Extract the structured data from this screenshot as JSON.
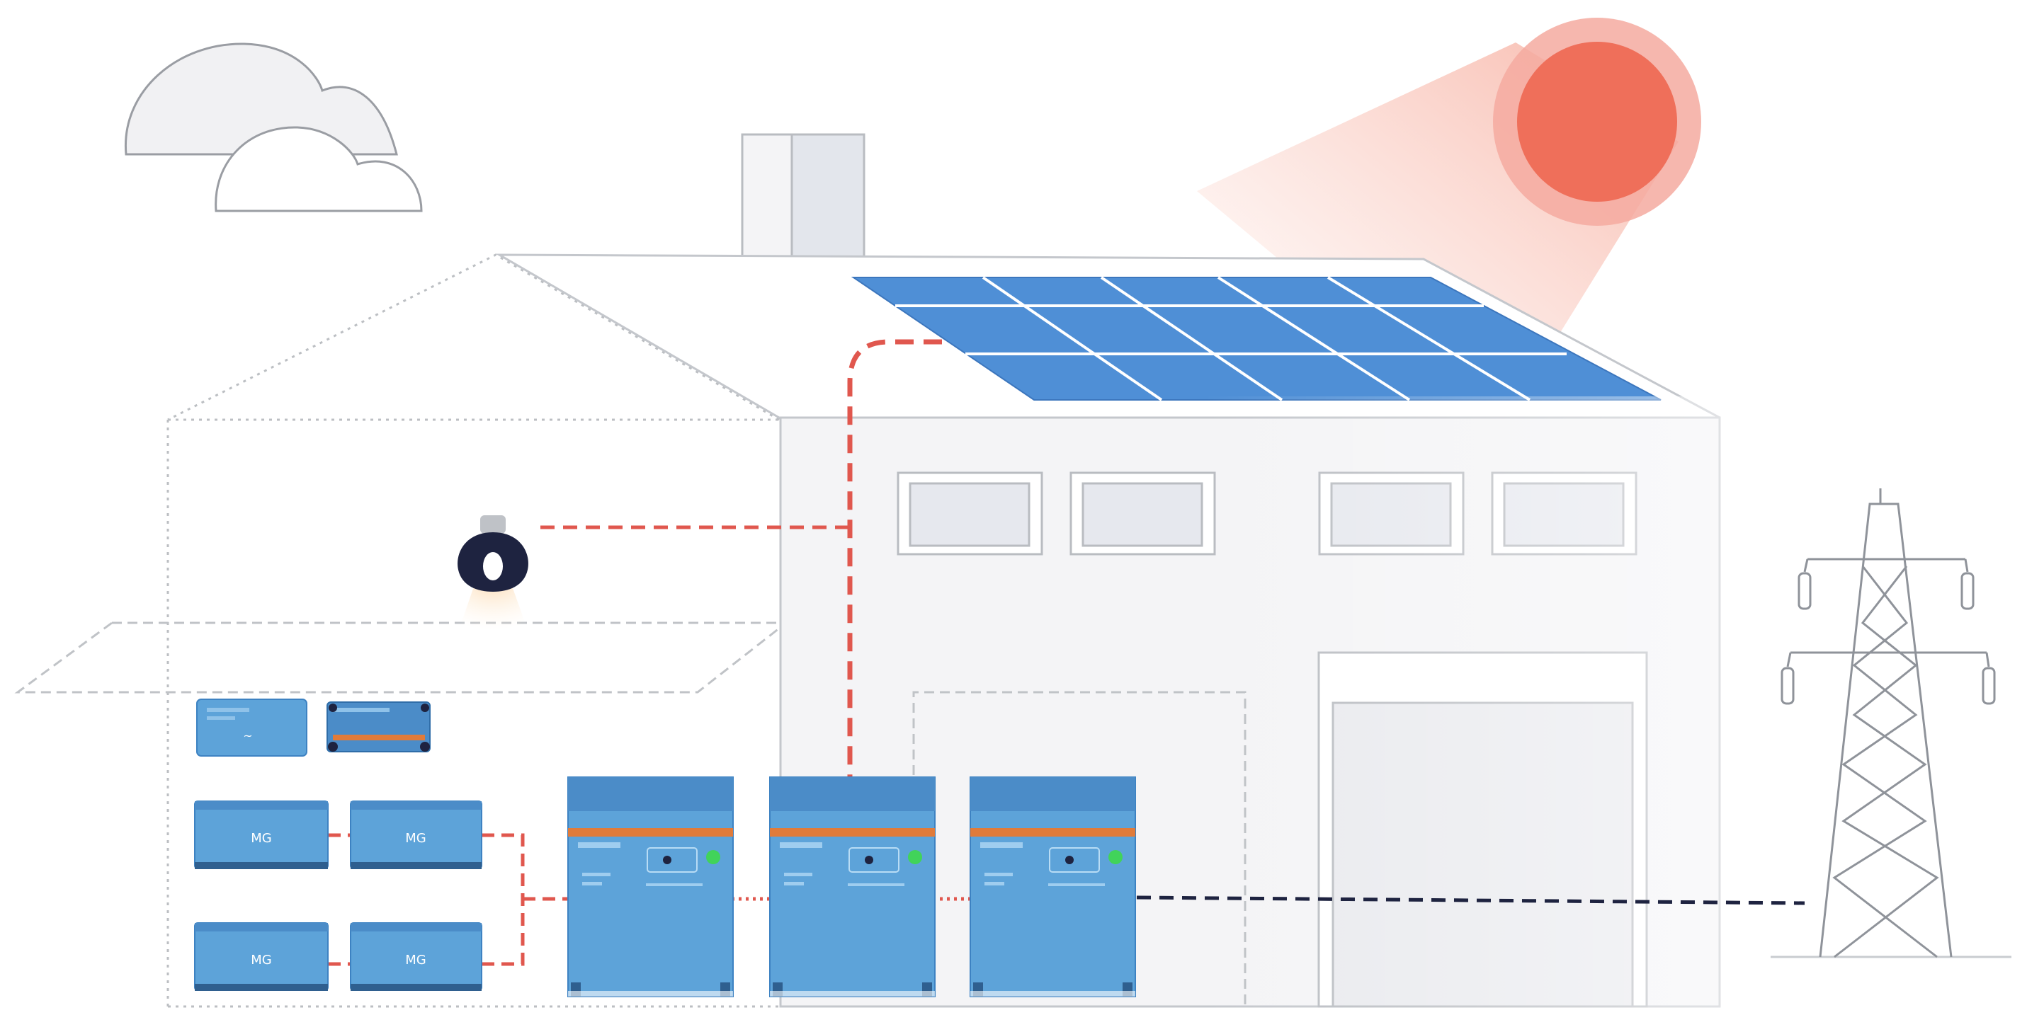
{
  "colors": {
    "background": "#ffffff",
    "outline": "#c9ccd0",
    "dotted_outline": "#bcbfc3",
    "wall_fill": "#f4f4f6",
    "window_fill": "#e6e8ee",
    "door_fill": "#e9eaee",
    "panel_blue": "#4f8fd6",
    "panel_grid": "#ffffff",
    "sun_core": "#ef6f5a",
    "sun_ring": "#f5aaa0",
    "sun_ray": "#f8c6bb",
    "dc_cable": "#e0574e",
    "ac_cable": "#1e2340",
    "device_blue": "#5da3d9",
    "device_dark": "#4b8cc8",
    "device_orange": "#e07b3a",
    "device_led": "#41d35a",
    "bulb_dark": "#1e2340",
    "bulb_glow": "#fde3c5",
    "tower": "#9ea2a8",
    "cloud_fill": "#f1f1f3"
  },
  "battery_labels": [
    "MG",
    "MG",
    "MG",
    "MG"
  ],
  "icons": {
    "cloud": "cloud-icon",
    "sun": "sun-icon",
    "bulb": "light-bulb-icon",
    "tower": "power-pylon-icon",
    "solar": "solar-panel-icon",
    "inverter": "inverter-charger-icon",
    "battery": "lithium-battery-icon",
    "bms": "battery-management-system-icon",
    "lynx": "lynx-distributor-icon"
  }
}
